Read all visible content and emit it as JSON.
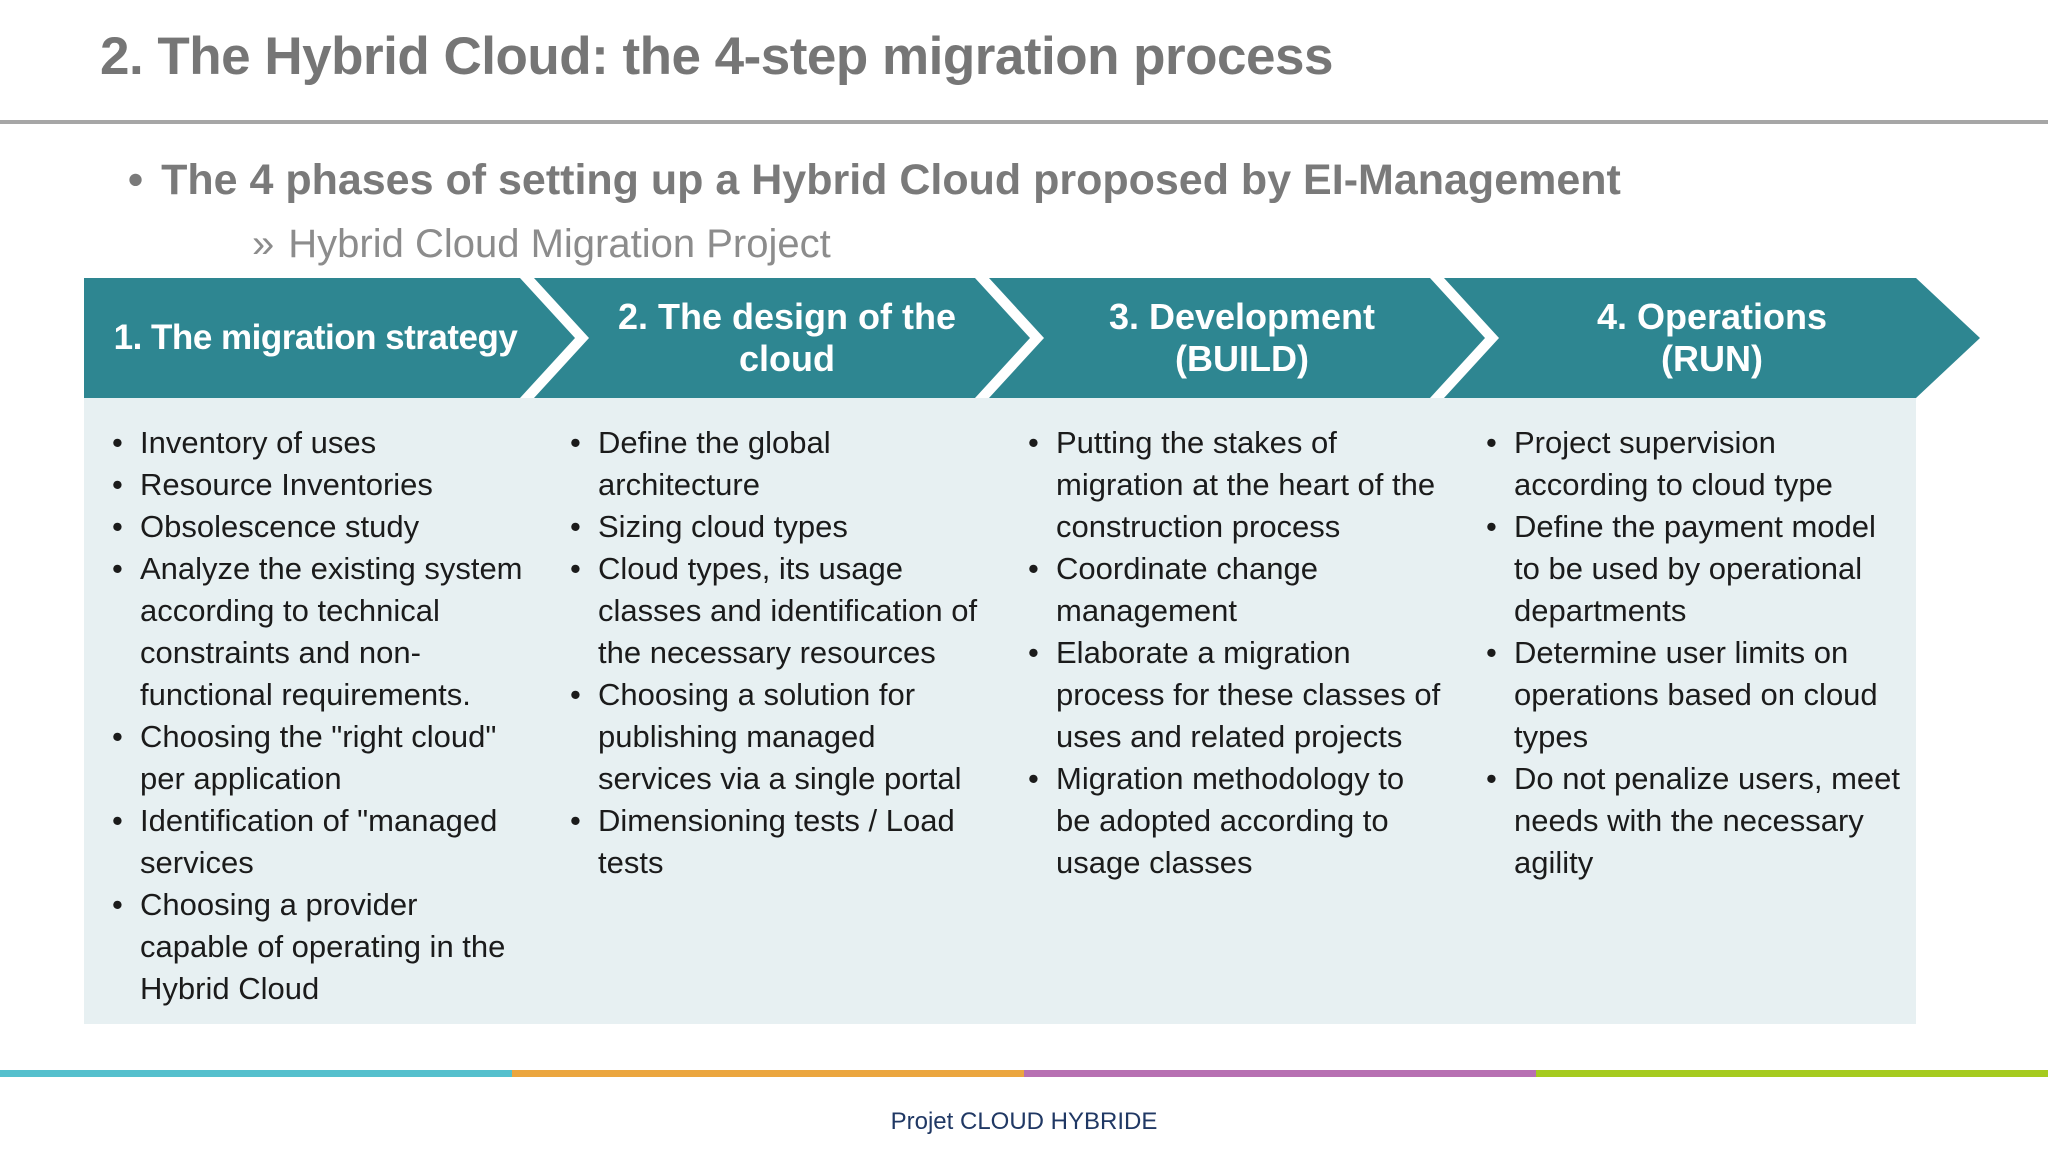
{
  "slide": {
    "title": "2. The Hybrid Cloud: the 4-step migration process",
    "heading_bullet": "•",
    "heading": "The 4 phases of setting up a Hybrid Cloud proposed by EI-Management",
    "subheading_marker": "»",
    "subheading": "Hybrid Cloud Migration Project",
    "item_bullet": "•",
    "footer": "Projet CLOUD HYBRIDE"
  },
  "process": {
    "steps": [
      {
        "label": "1. The migration strategy",
        "items": [
          "Inventory of uses",
          "Resource Inventories",
          "Obsolescence study",
          "Analyze the existing system according to technical constraints and non-functional requirements.",
          "Choosing the \"right cloud\" per application",
          "Identification of \"managed services",
          "Choosing a provider capable of operating in the Hybrid Cloud"
        ]
      },
      {
        "label": "2. The design of the\ncloud",
        "items": [
          "Define the global architecture",
          "Sizing cloud types",
          "Cloud types, its usage classes and identification of the necessary resources",
          "Choosing a solution for publishing managed services via a single portal",
          "Dimensioning tests / Load tests"
        ]
      },
      {
        "label": "3. Development\n(BUILD)",
        "items": [
          "Putting the stakes of migration at the heart of the construction process",
          "Coordinate change management",
          "Elaborate a migration process for these classes of uses and related projects",
          "Migration methodology to be adopted according to usage classes"
        ]
      },
      {
        "label": "4. Operations\n(RUN)",
        "items": [
          "Project supervision according to cloud type",
          "Define the payment model to be used by operational departments",
          "Determine user limits on operations based on cloud types",
          "Do not penalize users, meet needs with the necessary agility"
        ]
      }
    ]
  },
  "colors": {
    "chevron_teal": "#2E8691",
    "panel_background": "#E7F0F2",
    "title_gray": "#767676",
    "body_text": "#1B1B1B",
    "footer_navy": "#203864",
    "accent_bar": [
      "#55C0CD",
      "#EBA63F",
      "#B770B2",
      "#A6CB1F"
    ]
  }
}
